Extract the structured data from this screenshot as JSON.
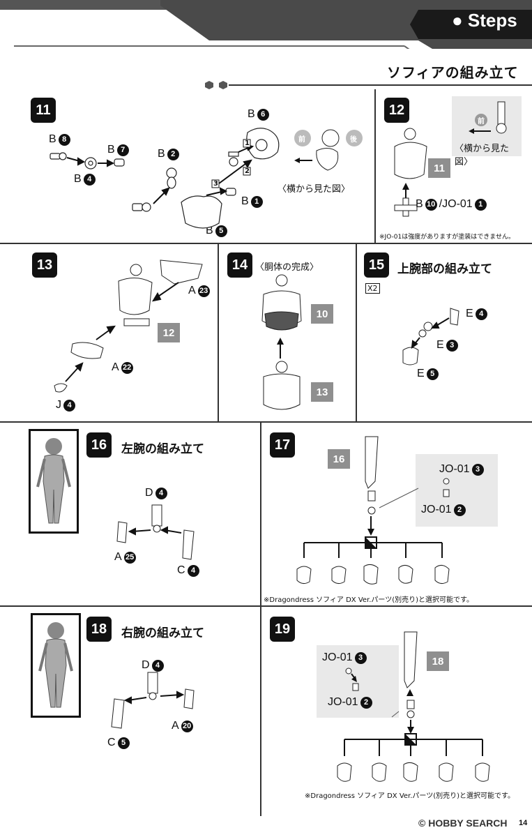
{
  "header": {
    "steps_label": "● Steps"
  },
  "section_title": "ソフィアの組み立て",
  "step11": {
    "num": "11",
    "labels": {
      "b8": "B",
      "b8n": "8",
      "b7": "B",
      "b7n": "7",
      "b4": "B",
      "b4n": "4",
      "b2": "B",
      "b2n": "2",
      "b6": "B",
      "b6n": "6",
      "b1": "B",
      "b1n": "1",
      "b5": "B",
      "b5n": "5"
    },
    "seq": [
      "1",
      "2",
      "3"
    ],
    "side_view": {
      "front": "前",
      "back": "後",
      "caption": "〈横から見た図〉"
    }
  },
  "step12": {
    "num": "12",
    "side_view": {
      "front": "前",
      "caption": "〈横から見た図〉"
    },
    "ref": "11",
    "label_b": "B",
    "label_b_n": "10",
    "label_jo": "/JO-01",
    "label_jo_n": "1",
    "note": "※JO-01は強度がありますが塗装はできません。"
  },
  "step13": {
    "num": "13",
    "ref": "12",
    "a23": "A",
    "a23n": "23",
    "a22": "A",
    "a22n": "22",
    "j4": "J",
    "j4n": "4"
  },
  "step14": {
    "num": "14",
    "title": "〈胴体の完成〉",
    "ref_top": "10",
    "ref_bottom": "13"
  },
  "step15": {
    "num": "15",
    "title": "上腕部の組み立て",
    "multiplier": "X2",
    "e4": "E",
    "e4n": "4",
    "e3": "E",
    "e3n": "3",
    "e5": "E",
    "e5n": "5"
  },
  "step16": {
    "num": "16",
    "title": "左腕の組み立て",
    "d4": "D",
    "d4n": "4",
    "a25": "A",
    "a25n": "25",
    "c4": "C",
    "c4n": "4"
  },
  "step17": {
    "num": "17",
    "ref": "16",
    "jo3": "JO-01",
    "jo3n": "3",
    "jo2": "JO-01",
    "jo2n": "2",
    "note": "※Dragondress ソフィア DX Ver.パーツ(別売り)と選択可能です。"
  },
  "step18": {
    "num": "18",
    "title": "右腕の組み立て",
    "d4": "D",
    "d4n": "4",
    "c5": "C",
    "c5n": "5",
    "a20": "A",
    "a20n": "20"
  },
  "step19": {
    "num": "19",
    "ref": "18",
    "jo3": "JO-01",
    "jo3n": "3",
    "jo2": "JO-01",
    "jo2n": "2",
    "note": "※Dragondress ソフィア DX Ver.パーツ(別売り)と選択可能です。"
  },
  "footer": {
    "watermark": "© HOBBY SEARCH",
    "page": "14"
  }
}
